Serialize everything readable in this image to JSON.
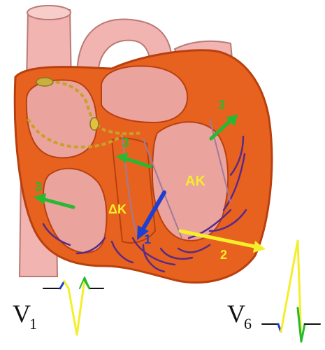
{
  "labels": {
    "vector_1": "1",
    "vector_2": "2",
    "vector_3_left": "3",
    "vector_3_septum": "3",
    "vector_3_right": "3",
    "ventricle_left_label": "ΔK",
    "ventricle_right_label": "AK",
    "lead_v1_letter": "V",
    "lead_v1_sub": "1",
    "lead_v6_letter": "V",
    "lead_v6_sub": "6"
  },
  "colors": {
    "heart_orange": "#e8621f",
    "heart_dark": "#b8400f",
    "vessel_pink": "#f1b4b0",
    "vessel_outline": "#b97a76",
    "chamber_pink": "#eaa39d",
    "purkinje_purple": "#5a2a86",
    "vector_blue": "#1e3fd0",
    "vector_yellow": "#f5ee2a",
    "vector_green": "#28b832",
    "label_yellow": "#f5ee2a"
  }
}
